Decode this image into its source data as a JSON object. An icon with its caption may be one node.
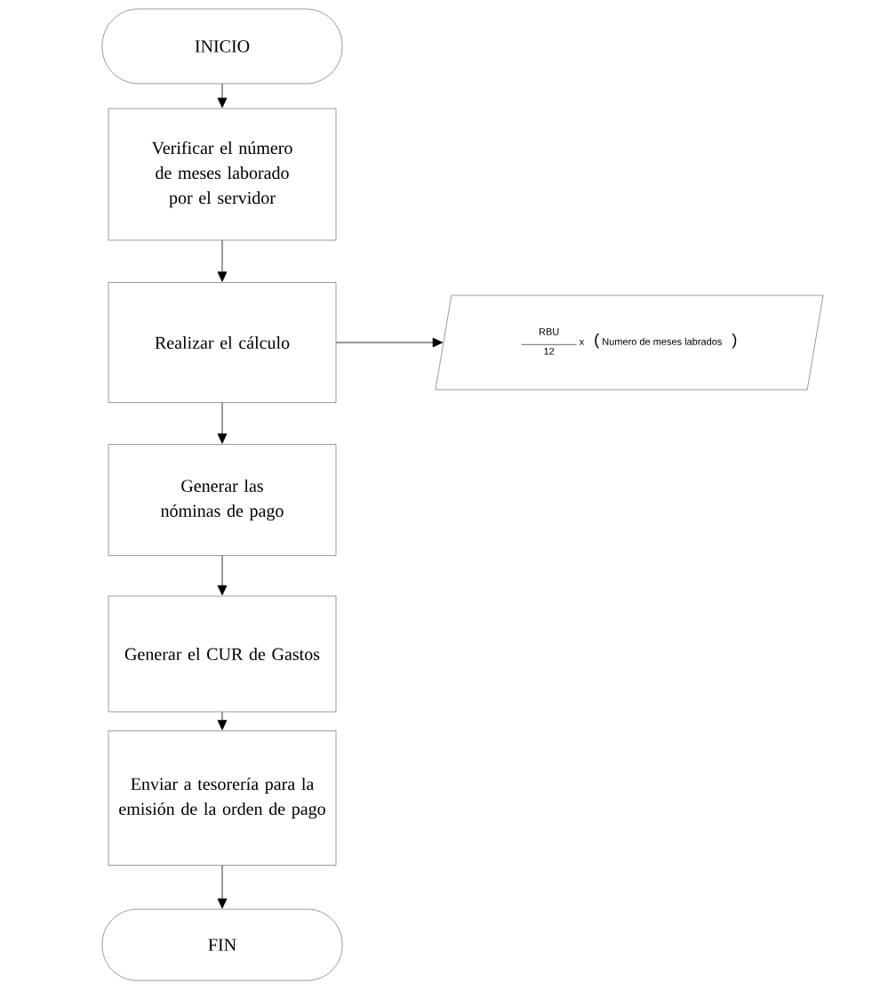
{
  "diagram": {
    "nodes": [
      {
        "text": [
          "INICIO"
        ]
      },
      {
        "text": [
          "Verificar el número de meses laborado por el servidor"
        ]
      },
      {
        "text": [
          "Realizar el cálculo"
        ]
      },
      {
        "text": [
          "RBU",
          "12",
          "x",
          "(",
          "Numero de meses labrados",
          ")"
        ]
      },
      {
        "text": [
          "Generar las nóminas de pago"
        ]
      },
      {
        "text": [
          "Generar el CUR de Gastos"
        ]
      },
      {
        "text": [
          "Enviar a tesorería para la emisión de la orden de pago"
        ]
      },
      {
        "text": [
          "FIN"
        ]
      }
    ],
    "edges": [
      {
        "from": 0,
        "to": 1,
        "arrow": "to"
      },
      {
        "from": 1,
        "to": 2,
        "arrow": "to"
      },
      {
        "from": 2,
        "to": 3,
        "arrow": "to"
      },
      {
        "from": 2,
        "to": 4,
        "arrow": "to"
      },
      {
        "from": 4,
        "to": 5,
        "arrow": "to"
      },
      {
        "from": 5,
        "to": 6,
        "arrow": "to"
      },
      {
        "from": 6,
        "to": 7,
        "arrow": "to"
      }
    ]
  }
}
